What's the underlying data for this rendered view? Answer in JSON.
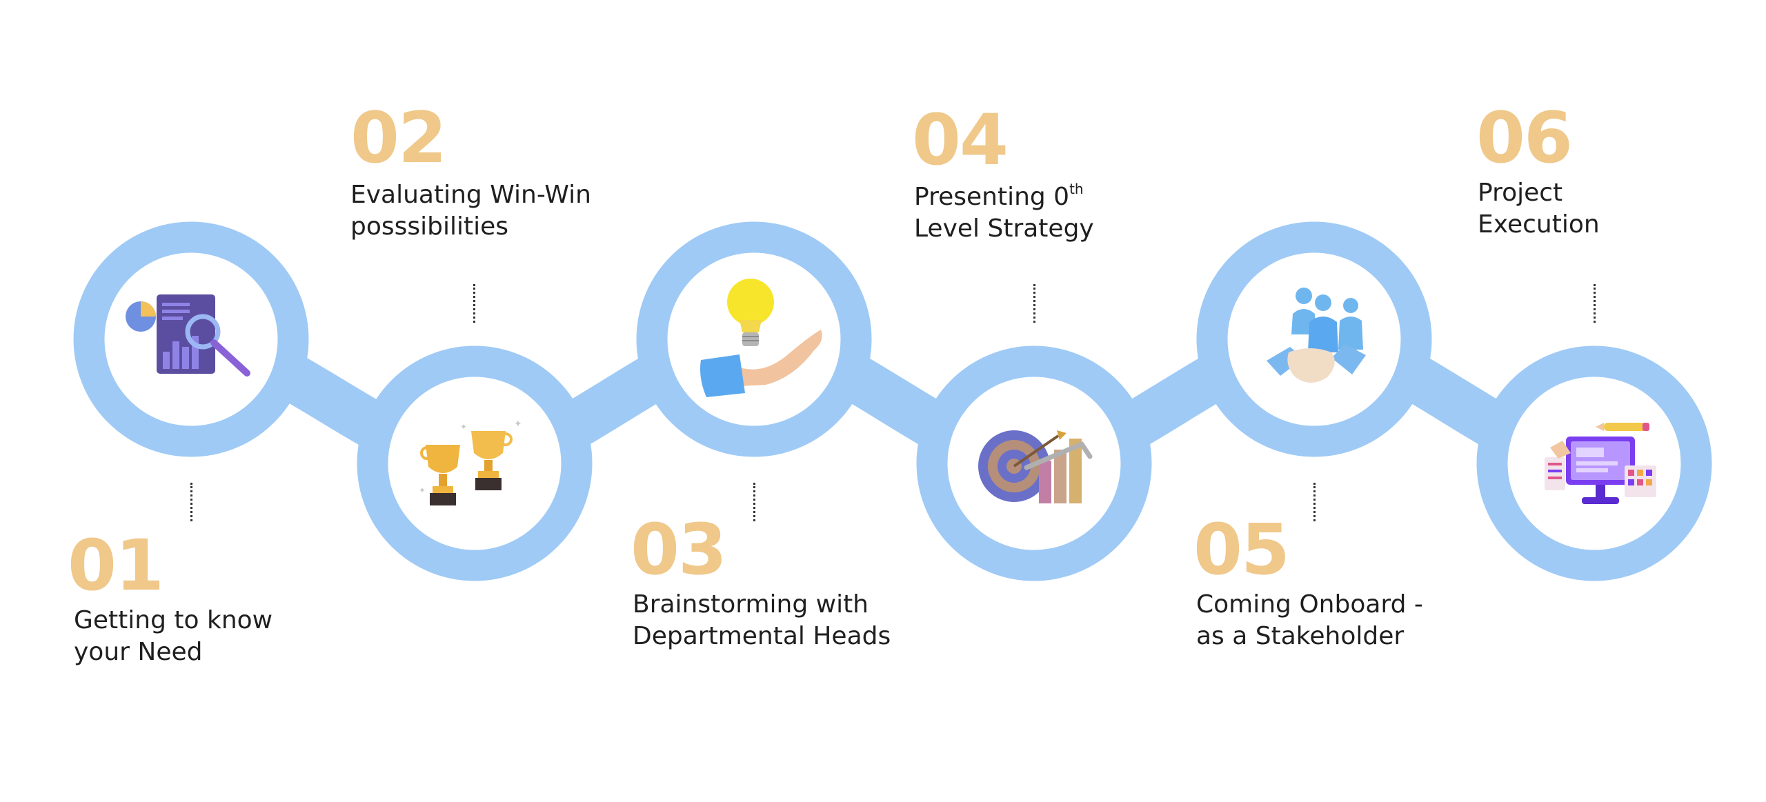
{
  "steps": [
    {
      "number": "01",
      "lines": [
        "Getting to know",
        "your Need"
      ],
      "icon": "report-magnifier-icon"
    },
    {
      "number": "02",
      "lines": [
        "Evaluating Win-Win",
        "posssibilities"
      ],
      "icon": "trophies-icon"
    },
    {
      "number": "03",
      "lines": [
        "Brainstorming with",
        "Departmental Heads"
      ],
      "icon": "lightbulb-hand-icon"
    },
    {
      "number": "04",
      "line1_main": "Presenting 0",
      "line1_sup": "th",
      "lines": [
        "",
        "Level Strategy"
      ],
      "icon": "target-chart-icon"
    },
    {
      "number": "05",
      "lines": [
        "Coming Onboard -",
        "as a Stakeholder"
      ],
      "icon": "handshake-team-icon"
    },
    {
      "number": "06",
      "lines": [
        "Project",
        "Execution"
      ],
      "icon": "monitor-design-icon"
    }
  ],
  "colors": {
    "track": "#9fcaf6",
    "number": "#efc88a",
    "text": "#1f1f1f"
  }
}
